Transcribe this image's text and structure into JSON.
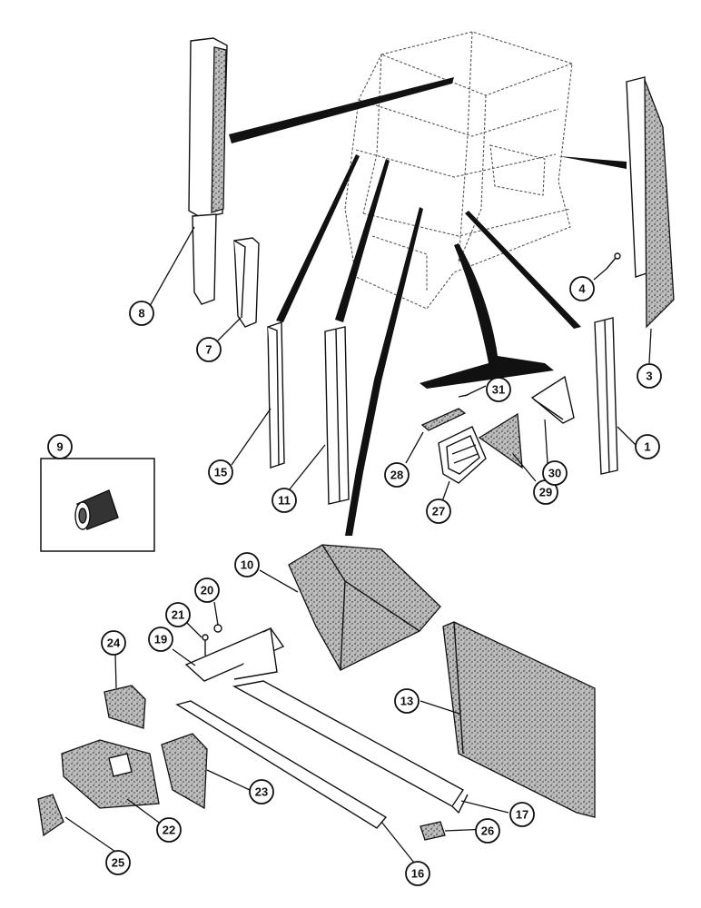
{
  "diagram": {
    "callouts": [
      {
        "id": "c1",
        "label": "1"
      },
      {
        "id": "c3",
        "label": "3"
      },
      {
        "id": "c4",
        "label": "4"
      },
      {
        "id": "c7",
        "label": "7"
      },
      {
        "id": "c8",
        "label": "8"
      },
      {
        "id": "c9",
        "label": "9"
      },
      {
        "id": "c10",
        "label": "10"
      },
      {
        "id": "c11",
        "label": "11"
      },
      {
        "id": "c13",
        "label": "13"
      },
      {
        "id": "c15",
        "label": "15"
      },
      {
        "id": "c16",
        "label": "16"
      },
      {
        "id": "c17",
        "label": "17"
      },
      {
        "id": "c19",
        "label": "19"
      },
      {
        "id": "c20",
        "label": "20"
      },
      {
        "id": "c21",
        "label": "21"
      },
      {
        "id": "c22",
        "label": "22"
      },
      {
        "id": "c23",
        "label": "23"
      },
      {
        "id": "c24",
        "label": "24"
      },
      {
        "id": "c25",
        "label": "25"
      },
      {
        "id": "c26",
        "label": "26"
      },
      {
        "id": "c27",
        "label": "27"
      },
      {
        "id": "c28",
        "label": "28"
      },
      {
        "id": "c29",
        "label": "29"
      },
      {
        "id": "c30",
        "label": "30"
      },
      {
        "id": "c31",
        "label": "31"
      }
    ]
  }
}
